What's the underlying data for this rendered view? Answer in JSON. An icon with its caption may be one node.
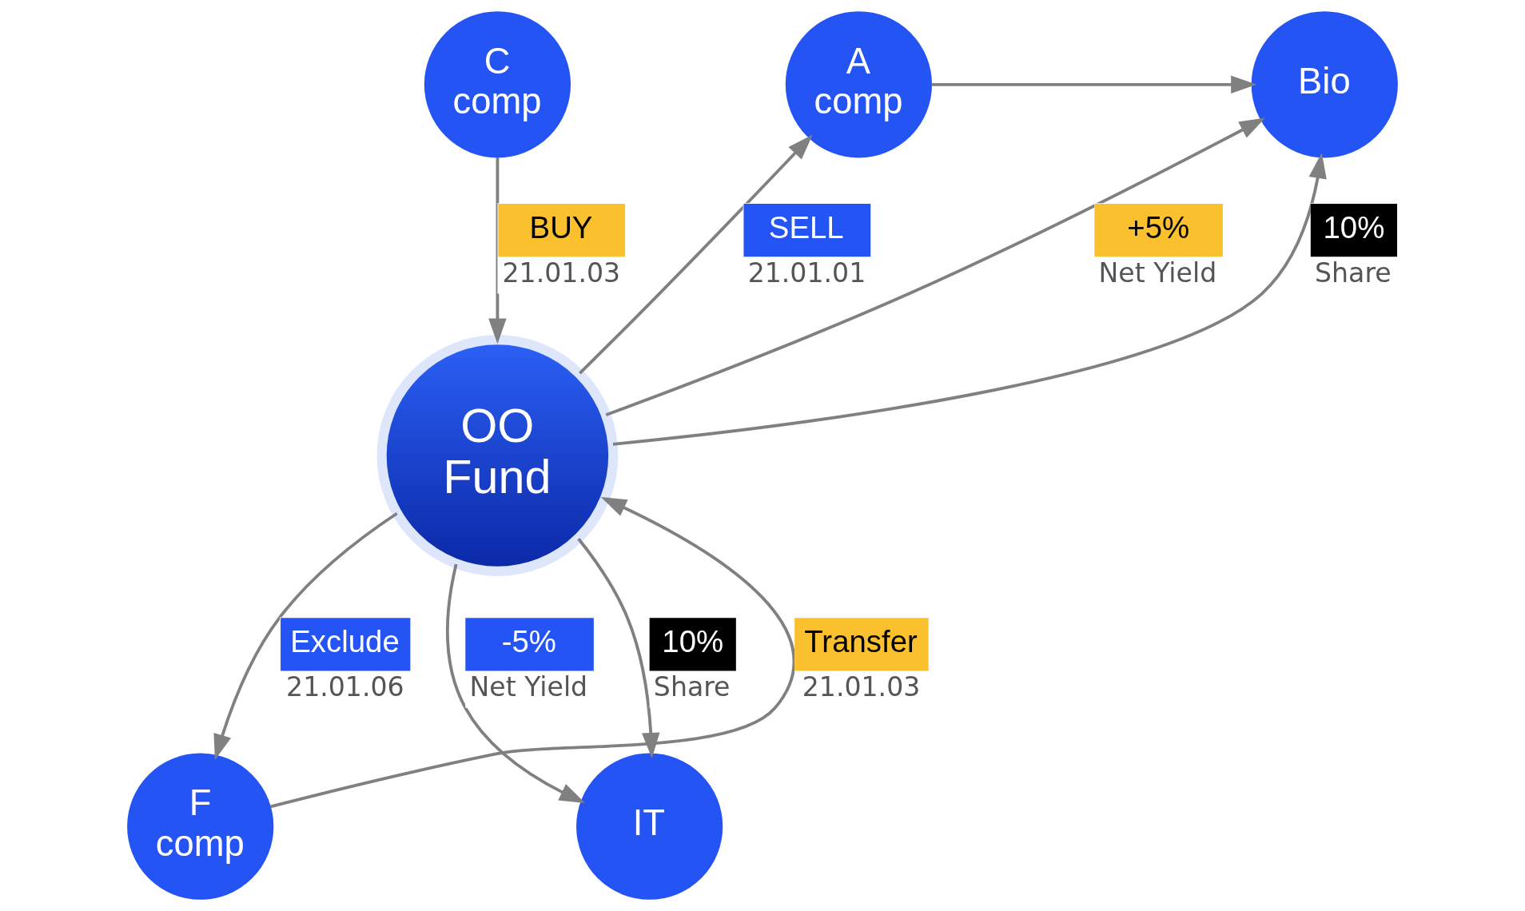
{
  "diagram": {
    "nodes": [
      {
        "text": [
          "C comp"
        ]
      },
      {
        "text": [
          "A comp"
        ]
      },
      {
        "text": [
          "Bio"
        ]
      },
      {
        "text": [
          "OO Fund"
        ]
      },
      {
        "text": [
          "F comp"
        ]
      },
      {
        "text": [
          "IT"
        ]
      }
    ],
    "edges": [
      {
        "from": 0,
        "to": 3,
        "arrow": "to",
        "label": "BUY 21.01.03"
      },
      {
        "from": 3,
        "to": 1,
        "arrow": "to",
        "label": "SELL 21.01.01"
      },
      {
        "from": 1,
        "to": 2,
        "arrow": "to"
      },
      {
        "from": 3,
        "to": 2,
        "arrow": "to",
        "label": "+5% Net Yield"
      },
      {
        "from": 3,
        "to": 2,
        "arrow": "to",
        "label": "10% Share"
      },
      {
        "from": 4,
        "to": 3,
        "arrow": "to",
        "label": "Transfer 21.01.03"
      },
      {
        "from": 3,
        "to": 4,
        "arrow": "to",
        "label": "Exclude 21.01.06"
      },
      {
        "from": 3,
        "to": 5,
        "arrow": "to",
        "label": "-5% Net Yield"
      },
      {
        "from": 3,
        "to": 5,
        "arrow": "to",
        "label": "10% Share"
      }
    ]
  }
}
